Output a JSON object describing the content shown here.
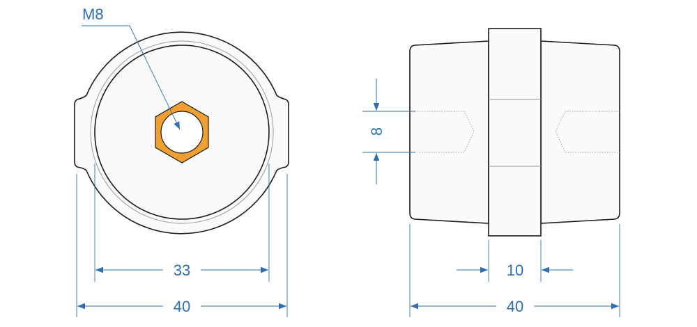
{
  "front_view": {
    "thread_label": "M8",
    "inner_diameter": "33",
    "outer_width": "40",
    "nut_color": "#f0a030"
  },
  "side_view": {
    "collar_width": "10",
    "bore_height": "8",
    "overall_length": "40"
  },
  "colors": {
    "dimension": "#2f6fb0",
    "outline": "#1a1a1a",
    "hidden": "#9a9a9a"
  }
}
